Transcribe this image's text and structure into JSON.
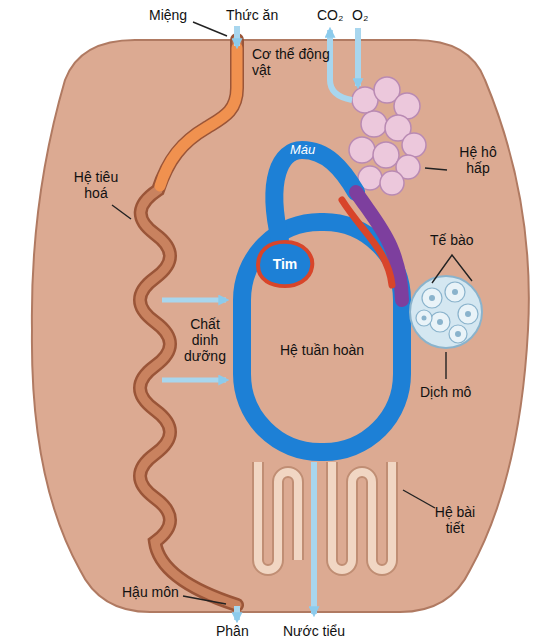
{
  "diagram": {
    "nodes": [
      {
        "text": [
          "Cơ thể động vật"
        ]
      },
      {
        "text": [
          "Tim"
        ],
        "in": 0
      }
    ],
    "labels": [
      "Miệng",
      "Thức ăn",
      "CO₂",
      "O₂",
      "Hệ hô hấp",
      "Hệ tiêu hoá",
      "Máu",
      "Tế bào",
      "Chất dinh dưỡng",
      "Hệ tuần hoàn",
      "Dịch mô",
      "Hệ bài tiết",
      "Hậu môn",
      "Phân",
      "Nước tiểu"
    ]
  }
}
